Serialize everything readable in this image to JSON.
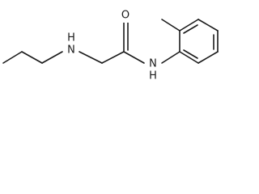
{
  "molecule": {
    "atom_labels": {
      "amine_nitrogen": "H",
      "amine_nitrogen_symbol": "N",
      "carbonyl_oxygen": "O",
      "amide_nitrogen": "N",
      "amide_hydrogen": "H"
    },
    "colors": {
      "ink": "#1a1a1a",
      "background": "#ffffff"
    }
  }
}
